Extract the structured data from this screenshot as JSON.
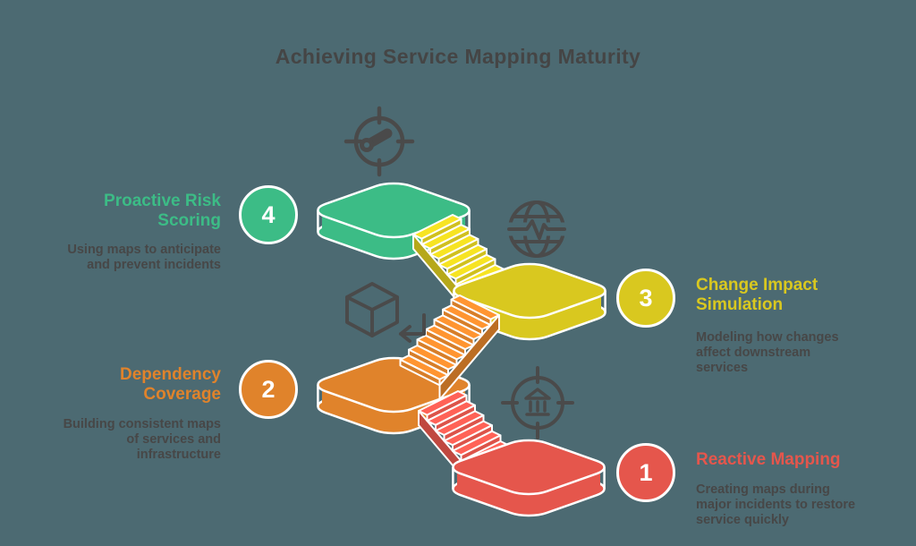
{
  "title": "Achieving Service Mapping Maturity",
  "background_color": "#4c6a72",
  "title_color": "#454545",
  "description_color": "#474747",
  "outline_color": "#ffffff",
  "icon_color": "#4a4a4a",
  "levels": [
    {
      "number": "1",
      "name": "Reactive Mapping",
      "description": "Creating maps during major incidents to restore service quickly",
      "color": "#e5564c",
      "icon": "bank-target-icon"
    },
    {
      "number": "2",
      "name": "Dependency Coverage",
      "description": "Building consistent maps of services and infrastructure",
      "color": "#e0832b",
      "icon": "cube-arrow-icon"
    },
    {
      "number": "3",
      "name": "Change Impact Simulation",
      "description": "Modeling how changes affect downstream services",
      "color": "#d9c81f",
      "icon": "globe-pulse-icon"
    },
    {
      "number": "4",
      "name": "Proactive Risk Scoring",
      "description": "Using maps to anticipate and prevent incidents",
      "color": "#3cbc86",
      "icon": "gauge-target-icon"
    }
  ]
}
